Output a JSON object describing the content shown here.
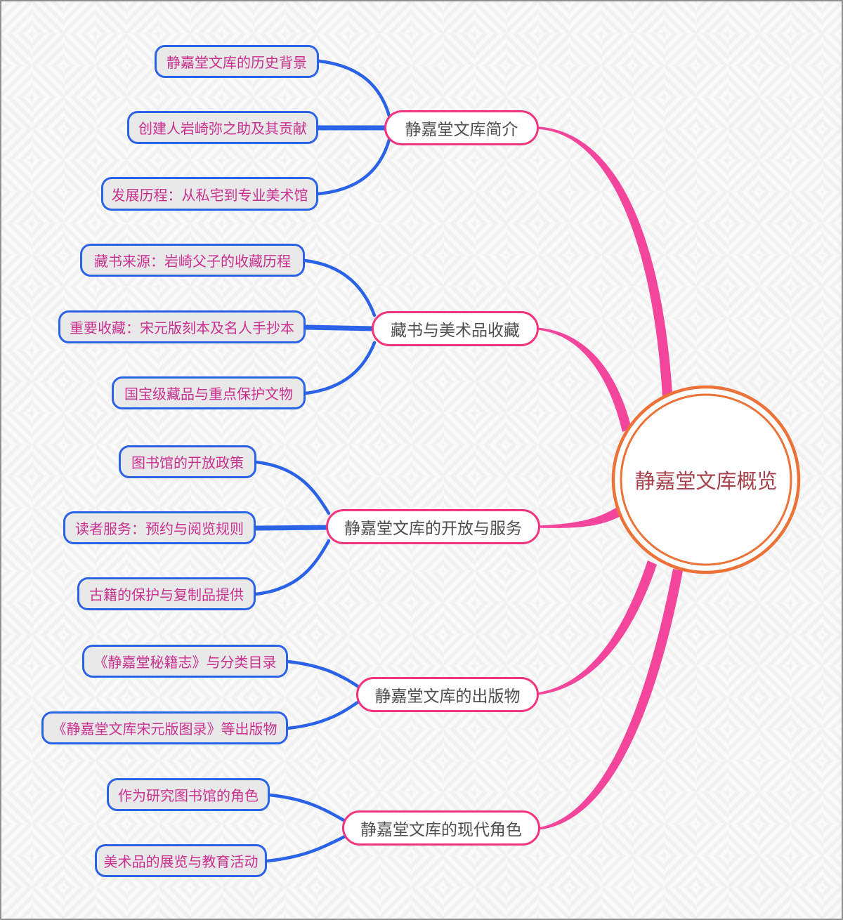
{
  "central": {
    "label": "静嘉堂文库概览"
  },
  "branches": [
    {
      "label": "静嘉堂文库简介",
      "children": [
        "静嘉堂文库的历史背景",
        "创建人岩崎弥之助及其贡献",
        "发展历程：从私宅到专业美术馆"
      ]
    },
    {
      "label": "藏书与美术品收藏",
      "children": [
        "藏书来源：岩崎父子的收藏历程",
        "重要收藏：宋元版刻本及名人手抄本",
        "国宝级藏品与重点保护文物"
      ]
    },
    {
      "label": "静嘉堂文库的开放与服务",
      "children": [
        "图书馆的开放政策",
        "读者服务：预约与阅览规则",
        "古籍的保护与复制品提供"
      ]
    },
    {
      "label": "静嘉堂文库的出版物",
      "children": [
        "《静嘉堂秘籍志》与分类目录",
        "《静嘉堂文库宋元版图录》等出版物"
      ]
    },
    {
      "label": "静嘉堂文库的现代角色",
      "children": [
        "作为研究图书馆的角色",
        "美术品的展览与教育活动"
      ]
    }
  ],
  "colors": {
    "pink_line": "#F4459D",
    "main_border": "#F2337D",
    "main_text": "#4E4E4E",
    "sub_border": "#2B63E8",
    "sub_bg": "#E9E9E9",
    "sub_text": "#C9308F",
    "ring_orange": "#EC7237",
    "central_text": "#A5404A",
    "bg_base": "#F1F1F2",
    "bg_stripe": "#FAFAFA",
    "frame_border": "#8F8F8F"
  }
}
